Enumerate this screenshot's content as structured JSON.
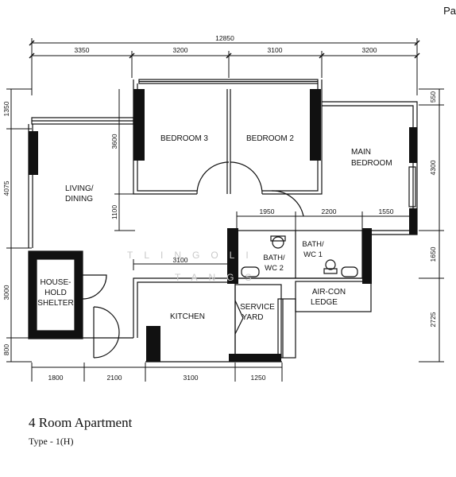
{
  "corner_text": "Pa",
  "dimensions": {
    "total": "12850",
    "top": [
      "3350",
      "3200",
      "3100",
      "3200"
    ],
    "left": [
      "1350",
      "4075",
      "3000",
      "800"
    ],
    "right": [
      "550",
      "4300",
      "1650",
      "2725"
    ],
    "bottom": [
      "1800",
      "2100",
      "3100",
      "1250"
    ],
    "inner_1950": "1950",
    "inner_2200": "2200",
    "inner_1550": "1550",
    "inner_3100": "3100",
    "inner_3600": "3600",
    "inner_1100": "1100"
  },
  "rooms": {
    "bedroom3": "BEDROOM 3",
    "bedroom2": "BEDROOM 2",
    "main_bedroom": [
      "MAIN",
      "BEDROOM"
    ],
    "living_dining": [
      "LIVING/",
      "DINING"
    ],
    "bath2": [
      "BATH/",
      "WC 2"
    ],
    "bath1": [
      "BATH/",
      "WC 1"
    ],
    "shelter": [
      "HOUSE-",
      "HOLD",
      "SHELTER"
    ],
    "aircon": [
      "AIR-CON",
      "LEDGE"
    ],
    "kitchen": "KITCHEN",
    "service_yard": [
      "SERVICE",
      "YARD"
    ]
  },
  "caption": {
    "title": "4 Room Apartment",
    "subtitle": "Type - 1(H)"
  }
}
